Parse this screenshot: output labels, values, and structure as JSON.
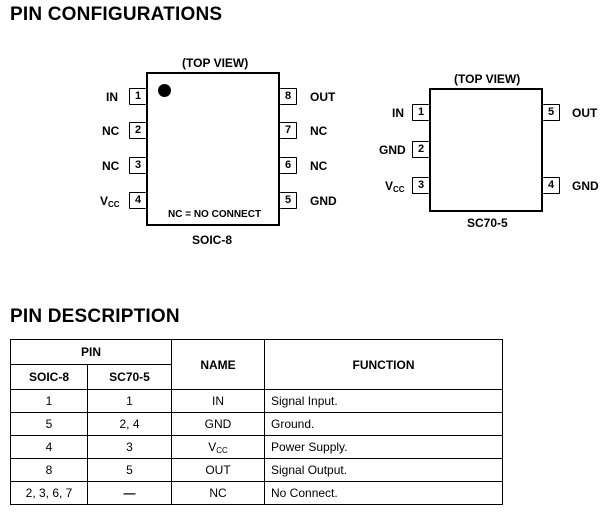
{
  "headings": {
    "pin_configurations": "PIN CONFIGURATIONS",
    "pin_description": "PIN DESCRIPTION"
  },
  "soic8": {
    "top_view": "(TOP VIEW)",
    "package": "SOIC-8",
    "nc_note": "NC = NO CONNECT",
    "left_pins": [
      {
        "num": "1",
        "name": "IN"
      },
      {
        "num": "2",
        "name": "NC"
      },
      {
        "num": "3",
        "name": "NC"
      },
      {
        "num": "4",
        "name_main": "V",
        "name_sub": "CC"
      }
    ],
    "right_pins": [
      {
        "num": "8",
        "name": "OUT"
      },
      {
        "num": "7",
        "name": "NC"
      },
      {
        "num": "6",
        "name": "NC"
      },
      {
        "num": "5",
        "name": "GND"
      }
    ]
  },
  "sc70": {
    "top_view": "(TOP VIEW)",
    "package": "SC70-5",
    "left_pins": [
      {
        "num": "1",
        "name": "IN"
      },
      {
        "num": "2",
        "name": "GND"
      },
      {
        "num": "3",
        "name_main": "V",
        "name_sub": "CC"
      }
    ],
    "right_pins": [
      {
        "num": "5",
        "name": "OUT"
      },
      {
        "num": "4",
        "name": "GND"
      }
    ]
  },
  "table": {
    "header_pin": "PIN",
    "header_soic": "SOIC-8",
    "header_sc70": "SC70-5",
    "header_name": "NAME",
    "header_function": "FUNCTION",
    "rows": [
      {
        "soic": "1",
        "sc70": "1",
        "name": "IN",
        "function": "Signal Input."
      },
      {
        "soic": "5",
        "sc70": "2, 4",
        "name": "GND",
        "function": "Ground."
      },
      {
        "soic": "4",
        "sc70": "3",
        "name_main": "V",
        "name_sub": "CC",
        "function": "Power Supply."
      },
      {
        "soic": "8",
        "sc70": "5",
        "name": "OUT",
        "function": "Signal Output."
      },
      {
        "soic": "2, 3, 6, 7",
        "sc70": "—",
        "name": "NC",
        "function": "No Connect."
      }
    ]
  }
}
